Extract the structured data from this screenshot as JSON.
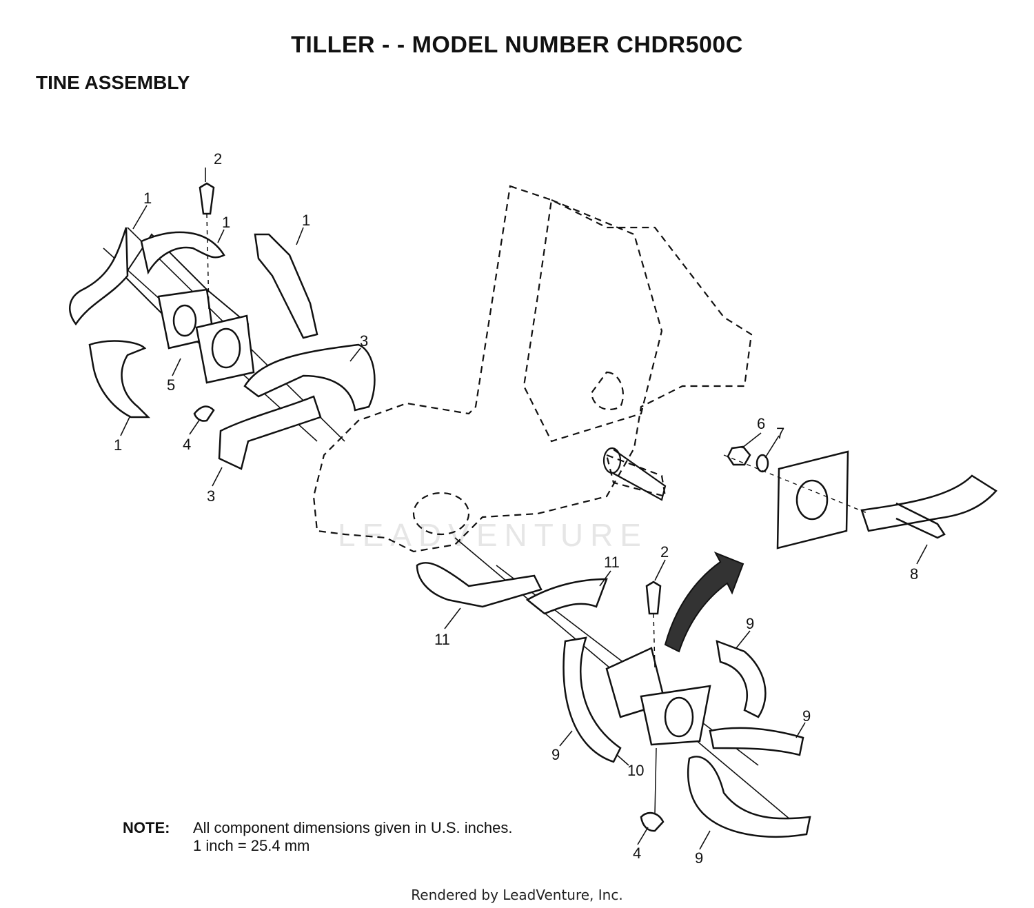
{
  "header": {
    "title": "TILLER - - MODEL NUMBER CHDR500C",
    "subtitle": "TINE ASSEMBLY"
  },
  "diagram": {
    "callouts": [
      "1",
      "2",
      "1",
      "1",
      "3",
      "5",
      "1",
      "4",
      "3",
      "6",
      "7",
      "8",
      "2",
      "11",
      "11",
      "9",
      "9",
      "9",
      "10",
      "4",
      "9"
    ],
    "watermark": "LEADVENTURE"
  },
  "note": {
    "label": "NOTE:",
    "line1": "All component dimensions given in U.S. inches.",
    "line2": "1 inch = 25.4 mm"
  },
  "footer": {
    "text": "Rendered by LeadVenture, Inc."
  }
}
